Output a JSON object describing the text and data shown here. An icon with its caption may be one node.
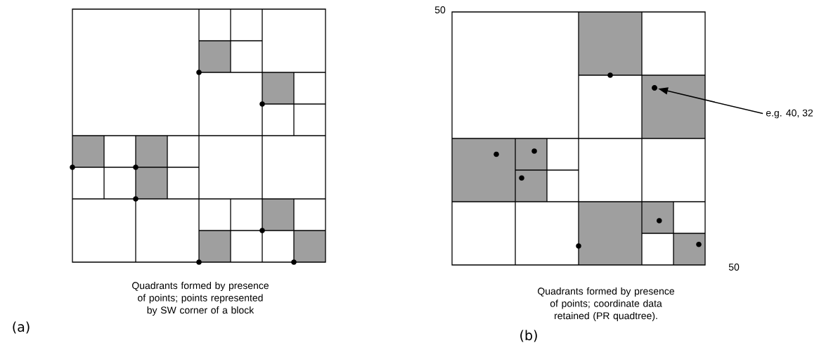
{
  "diagram": {
    "nodes": [
      {
        "text": [
          "e.g. 40, 32"
        ]
      },
      {
        "text": [],
        "shape": "circle"
      }
    ],
    "edges": [
      {
        "from": 0,
        "to": 1,
        "arrow": "to"
      }
    ],
    "labels": [
      "50",
      "50",
      "Quadrants formed by presence of points; points represented by SW corner of a block",
      "(a)",
      "Quadrants formed by presence of points; coordinate data retained (PR quadtree).",
      "(b)"
    ]
  }
}
